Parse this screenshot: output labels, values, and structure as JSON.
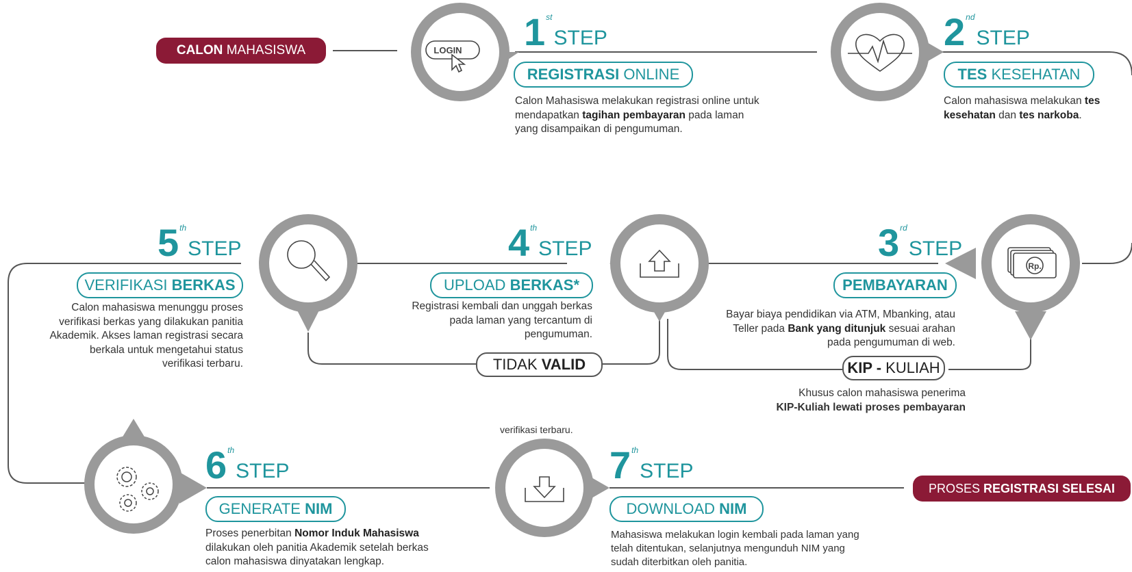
{
  "colors": {
    "teal": "#1f959d",
    "maroon": "#8b1a36",
    "circle_grey": "#9a9a9a",
    "line": "#555555"
  },
  "start": {
    "bold": "CALON",
    "rest": " MAHASISWA"
  },
  "end": {
    "pre": "PROSES ",
    "bold": "REGISTRASI SELESAI"
  },
  "steps": [
    {
      "num": "1",
      "sup": "st",
      "word": "STEP",
      "title": {
        "pre": "",
        "bold": "REGISTRASI",
        "post": " ONLINE"
      },
      "desc": {
        "l1": "Calon Mahasiswa melakukan registrasi online untuk",
        "l2a": "mendapatkan ",
        "l2b": "tagihan pembayaran",
        "l2c": " pada laman",
        "l3": "yang disampaikan di pengumuman."
      },
      "icon": "login-cursor-icon",
      "icon_text": "LOGIN"
    },
    {
      "num": "2",
      "sup": "nd",
      "word": "STEP",
      "title": {
        "pre": "",
        "bold": "TES",
        "post": " KESEHATAN"
      },
      "desc": {
        "l1a": "Calon mahasiswa melakukan ",
        "l1b": "tes",
        "l2a": "kesehatan",
        "l2b": " dan ",
        "l2c": "tes narkoba",
        "l2d": "."
      },
      "icon": "heartbeat-icon"
    },
    {
      "num": "3",
      "sup": "rd",
      "word": "STEP",
      "title": {
        "pre": "",
        "bold": "PEMBAYARAN",
        "post": ""
      },
      "desc": {
        "l1": "Bayar biaya pendidikan via ATM, Mbanking, atau",
        "l2a": "Teller pada ",
        "l2b": "Bank yang ditunjuk",
        "l2c": " sesuai arahan",
        "l3": "pada pengumuman di web."
      },
      "icon": "money-icon",
      "icon_text": "Rp."
    },
    {
      "num": "4",
      "sup": "th",
      "word": "STEP",
      "title": {
        "pre": "UPLOAD ",
        "bold": "BERKAS*",
        "post": ""
      },
      "desc": {
        "l1": "Registrasi kembali dan unggah berkas",
        "l2": "pada laman yang tercantum di",
        "l3": "pengumuman."
      },
      "icon": "upload-icon"
    },
    {
      "num": "5",
      "sup": "th",
      "word": "STEP",
      "title": {
        "pre": "VERIFIKASI ",
        "bold": "BERKAS",
        "post": ""
      },
      "desc": {
        "l1": "Calon mahasiswa menunggu proses",
        "l2": "verifikasi berkas yang dilakukan panitia",
        "l3": "Akademik. Akses laman registrasi secara",
        "l4": "berkala untuk mengetahui status",
        "l5": "verifikasi terbaru."
      },
      "icon": "magnifier-icon"
    },
    {
      "num": "6",
      "sup": "th",
      "word": "STEP",
      "title": {
        "pre": "GENERATE ",
        "bold": "NIM",
        "post": ""
      },
      "desc": {
        "l1a": "Proses penerbitan ",
        "l1b": "Nomor Induk Mahasiswa",
        "l2": "dilakukan oleh panitia Akademik setelah berkas",
        "l3": "calon mahasiswa dinyatakan lengkap."
      },
      "icon": "gears-icon"
    },
    {
      "num": "7",
      "sup": "th",
      "word": "STEP",
      "title": {
        "pre": "DOWNLOAD ",
        "bold": "NIM",
        "post": ""
      },
      "desc": {
        "l1": "Mahasiswa melakukan login kembali pada laman yang",
        "l2": "telah ditentukan, selanjutnya mengunduh NIM yang",
        "l3": "sudah diterbitkan oleh panitia."
      },
      "icon": "download-icon"
    }
  ],
  "tidak_valid": {
    "pre": "TIDAK ",
    "bold": "VALID"
  },
  "kip": {
    "bold": "KIP -",
    "rest": " KULIAH",
    "note_l1": "Khusus calon mahasiswa penerima",
    "note_l2": "KIP-Kuliah lewati proses pembayaran"
  },
  "stray_text": "verifikasi terbaru."
}
